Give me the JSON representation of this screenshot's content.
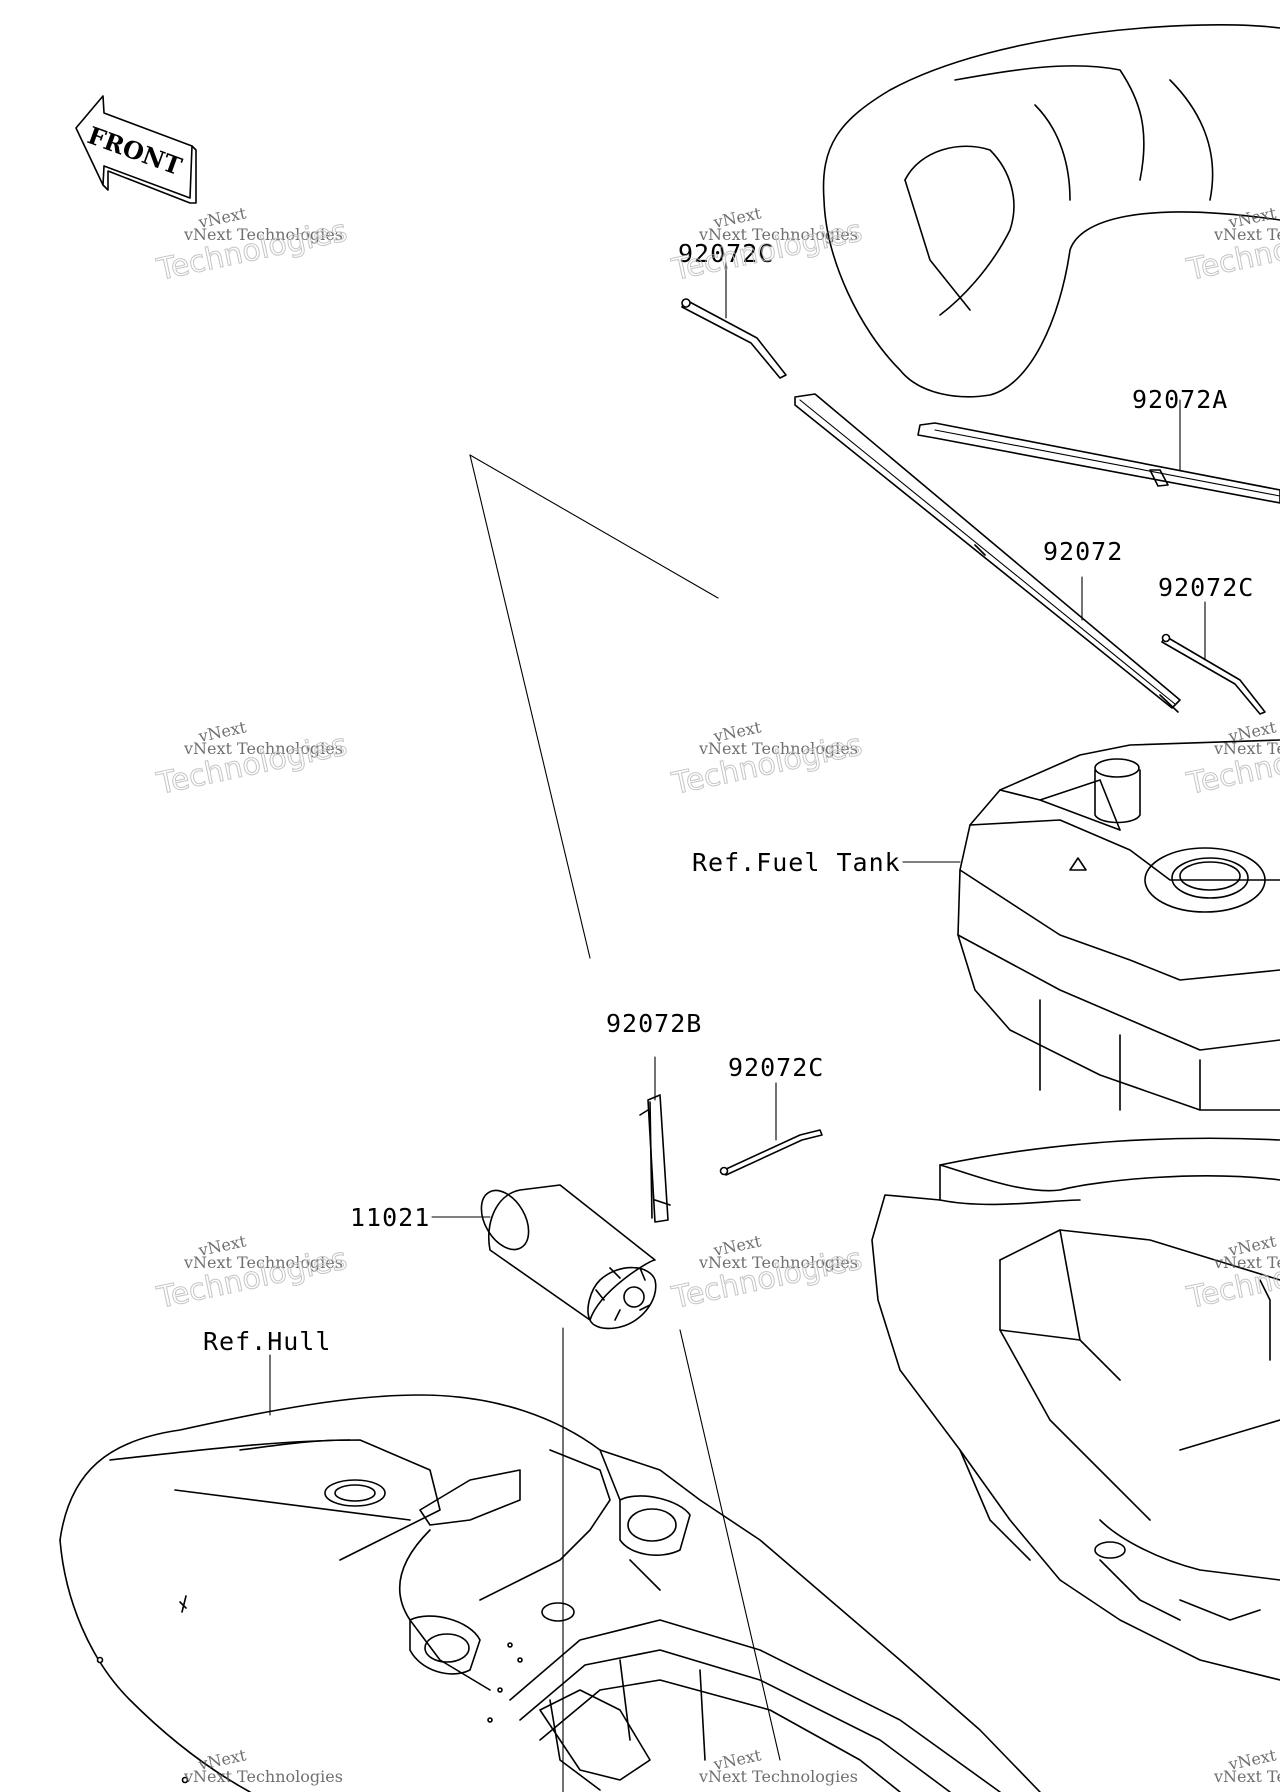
{
  "front_label": "FRONT",
  "watermark": {
    "line1": "vNext Technologies",
    "line2": "Technologies",
    "line3": "vNext"
  },
  "callouts": {
    "c92072C_top": "92072C",
    "c92072A": "92072A",
    "c92072": "92072",
    "c92072C_mid": "92072C",
    "ref_fuel_tank": "Ref.Fuel Tank",
    "c92072B": "92072B",
    "c92072C_low": "92072C",
    "c11021": "11021",
    "ref_hull": "Ref.Hull"
  }
}
